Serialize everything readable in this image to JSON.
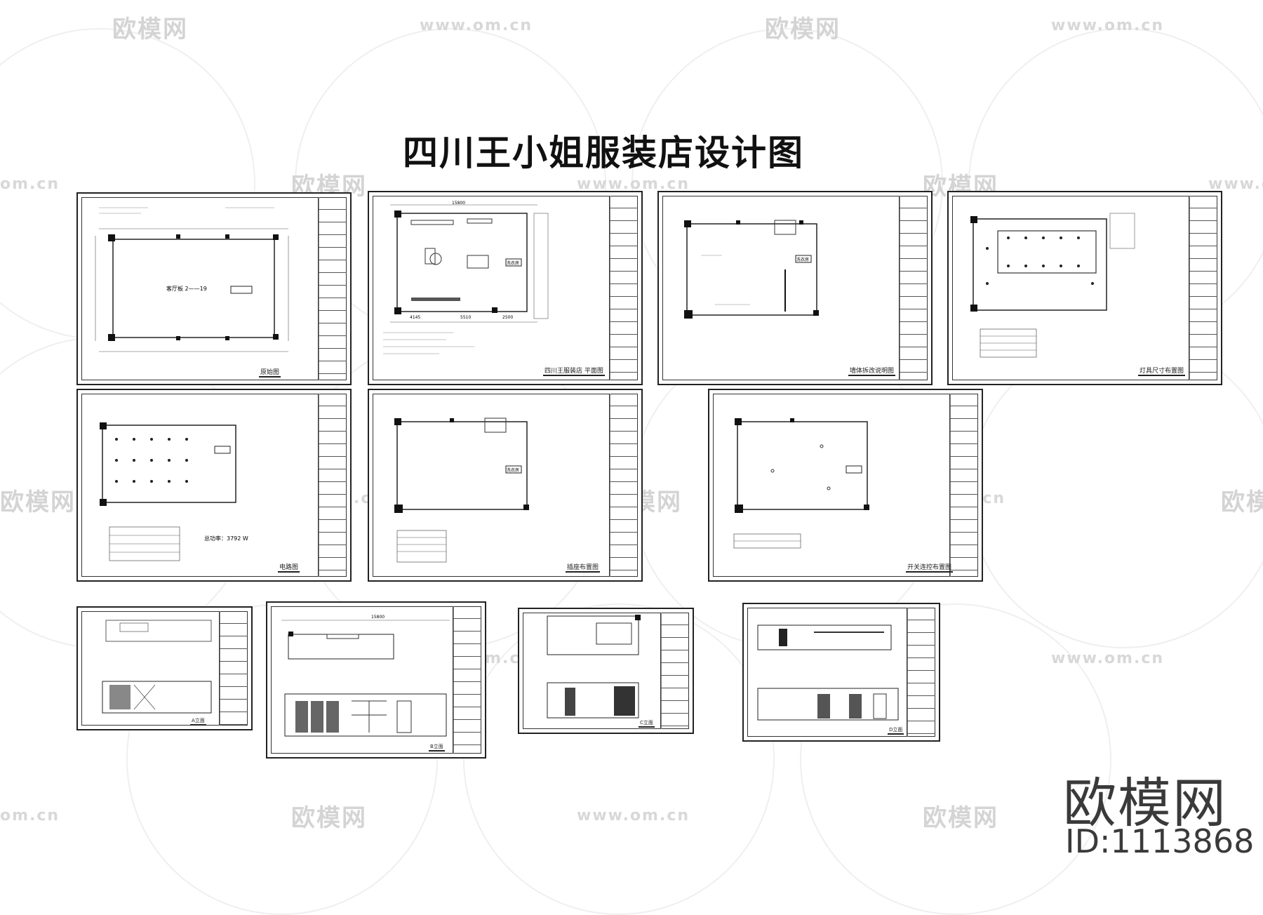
{
  "title": "四川王小姐服装店设计图",
  "watermarks": {
    "logo": "欧模网",
    "url": "www.om.cn",
    "url_cut": "om.cn"
  },
  "brand": {
    "name": "欧模网",
    "id": "ID:1113868"
  },
  "sheets": [
    {
      "caption": "原始图",
      "note": "客厅板 2——19"
    },
    {
      "caption": "四川王服装店 平面图",
      "note": "洗衣房",
      "dims": [
        "15800",
        "4145",
        "5510",
        "2500"
      ]
    },
    {
      "caption": "墙体拆改说明图",
      "note": "洗衣房"
    },
    {
      "caption": "灯具尺寸布置图",
      "note": ""
    },
    {
      "caption": "电路图",
      "note": "总功率：3792 W"
    },
    {
      "caption": "插座布置图",
      "note": "洗衣房"
    },
    {
      "caption": "开关连控布置图",
      "note": ""
    },
    {
      "caption": "A立面",
      "note": ""
    },
    {
      "caption": "B立面",
      "note": "15800"
    },
    {
      "caption": "C立面",
      "note": ""
    },
    {
      "caption": "D立面",
      "note": ""
    }
  ],
  "colors": {
    "line": "#222222",
    "watermark": "#d4d4d4",
    "brand": "#3a3a3a"
  }
}
